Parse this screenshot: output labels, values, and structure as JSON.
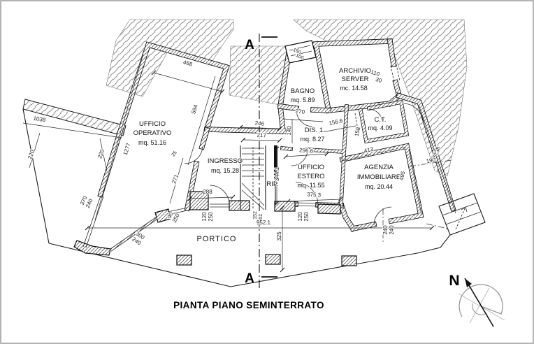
{
  "title": "PIANTA PIANO SEMINTERRATO",
  "section": {
    "marker": "A"
  },
  "north": {
    "label": "N"
  },
  "colors": {
    "line": "#1a1a1a",
    "earth_hatch": "#8a8a8a",
    "compass": "#999999",
    "background": "#ffffff"
  },
  "rooms": [
    {
      "id": "ufficio-operativo",
      "lines": [
        "UFFICIO",
        "OPERATIVO",
        "mq. 51.16"
      ]
    },
    {
      "id": "ingresso",
      "lines": [
        "INGRESSO",
        "mq. 15.28"
      ]
    },
    {
      "id": "rip",
      "lines": [
        "RIP."
      ]
    },
    {
      "id": "bagno",
      "lines": [
        "BAGNO",
        "mq. 5.89"
      ]
    },
    {
      "id": "archivio-server",
      "lines": [
        "ARCHIVIO",
        "SERVER",
        "mc. 14.58"
      ]
    },
    {
      "id": "dis-1",
      "lines": [
        "DIS. 1",
        "mq. 8.27"
      ]
    },
    {
      "id": "ct",
      "lines": [
        "C.T.",
        "mq. 4.09"
      ]
    },
    {
      "id": "ufficio-estero",
      "lines": [
        "UFFICIO",
        "ESTERO",
        "mq. 11.55"
      ]
    },
    {
      "id": "agenzia-immobiliare",
      "lines": [
        "AGENZIA",
        "IMMOBILIARE",
        "mq. 20.44"
      ]
    },
    {
      "id": "portico",
      "lines": [
        "PORTICO"
      ]
    }
  ],
  "dimensions": {
    "d468": "468",
    "d594": "594",
    "d1038": "1038",
    "d1277": "1277",
    "d220a": "220",
    "d220b": "220",
    "d271": "271",
    "d25": "25",
    "d370_240": [
      "370",
      "240"
    ],
    "d90_250": [
      "90",
      "250"
    ],
    "d300_240": [
      "300",
      "240"
    ],
    "d288": "288",
    "d120_250_left": [
      "120",
      "250"
    ],
    "d120_250_right": [
      "120",
      "250"
    ],
    "d152": "152",
    "d61": "61",
    "d952": "952.1",
    "d325": "325",
    "d246": "246",
    "d217": "217",
    "d296": "296.6",
    "d344": "344.1",
    "d375": "375.3",
    "d140": "140",
    "d270": "270",
    "d156": "156.6",
    "d158": "158",
    "d110_30": [
      "110",
      "30"
    ],
    "d150_100": [
      "150",
      "100"
    ],
    "d413": "413",
    "d495": "495",
    "d190": "190",
    "d738": "738",
    "d240_240": [
      "240",
      "240"
    ]
  }
}
